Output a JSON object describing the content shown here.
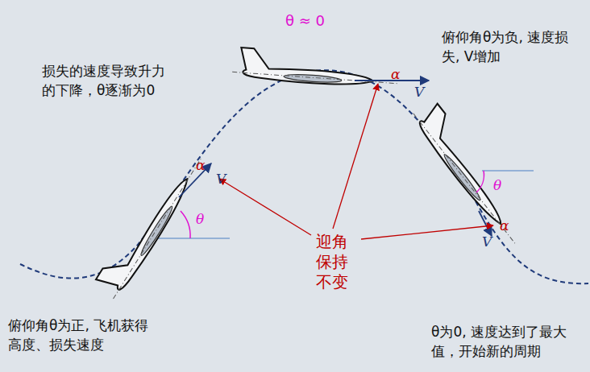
{
  "diagram": {
    "labels": [
      "损失的速度导致升力的下降，θ逐渐为0",
      "θ ≈ 0",
      "俯仰角θ为负, 速度损失, V增加",
      "俯仰角θ为正, 飞机获得高度、损失速度",
      "θ为0, 速度达到了最大值，开始新的周期",
      "迎角保持不变",
      "α",
      "V",
      "θ",
      "α",
      "V",
      "θ",
      "α",
      "V"
    ]
  }
}
